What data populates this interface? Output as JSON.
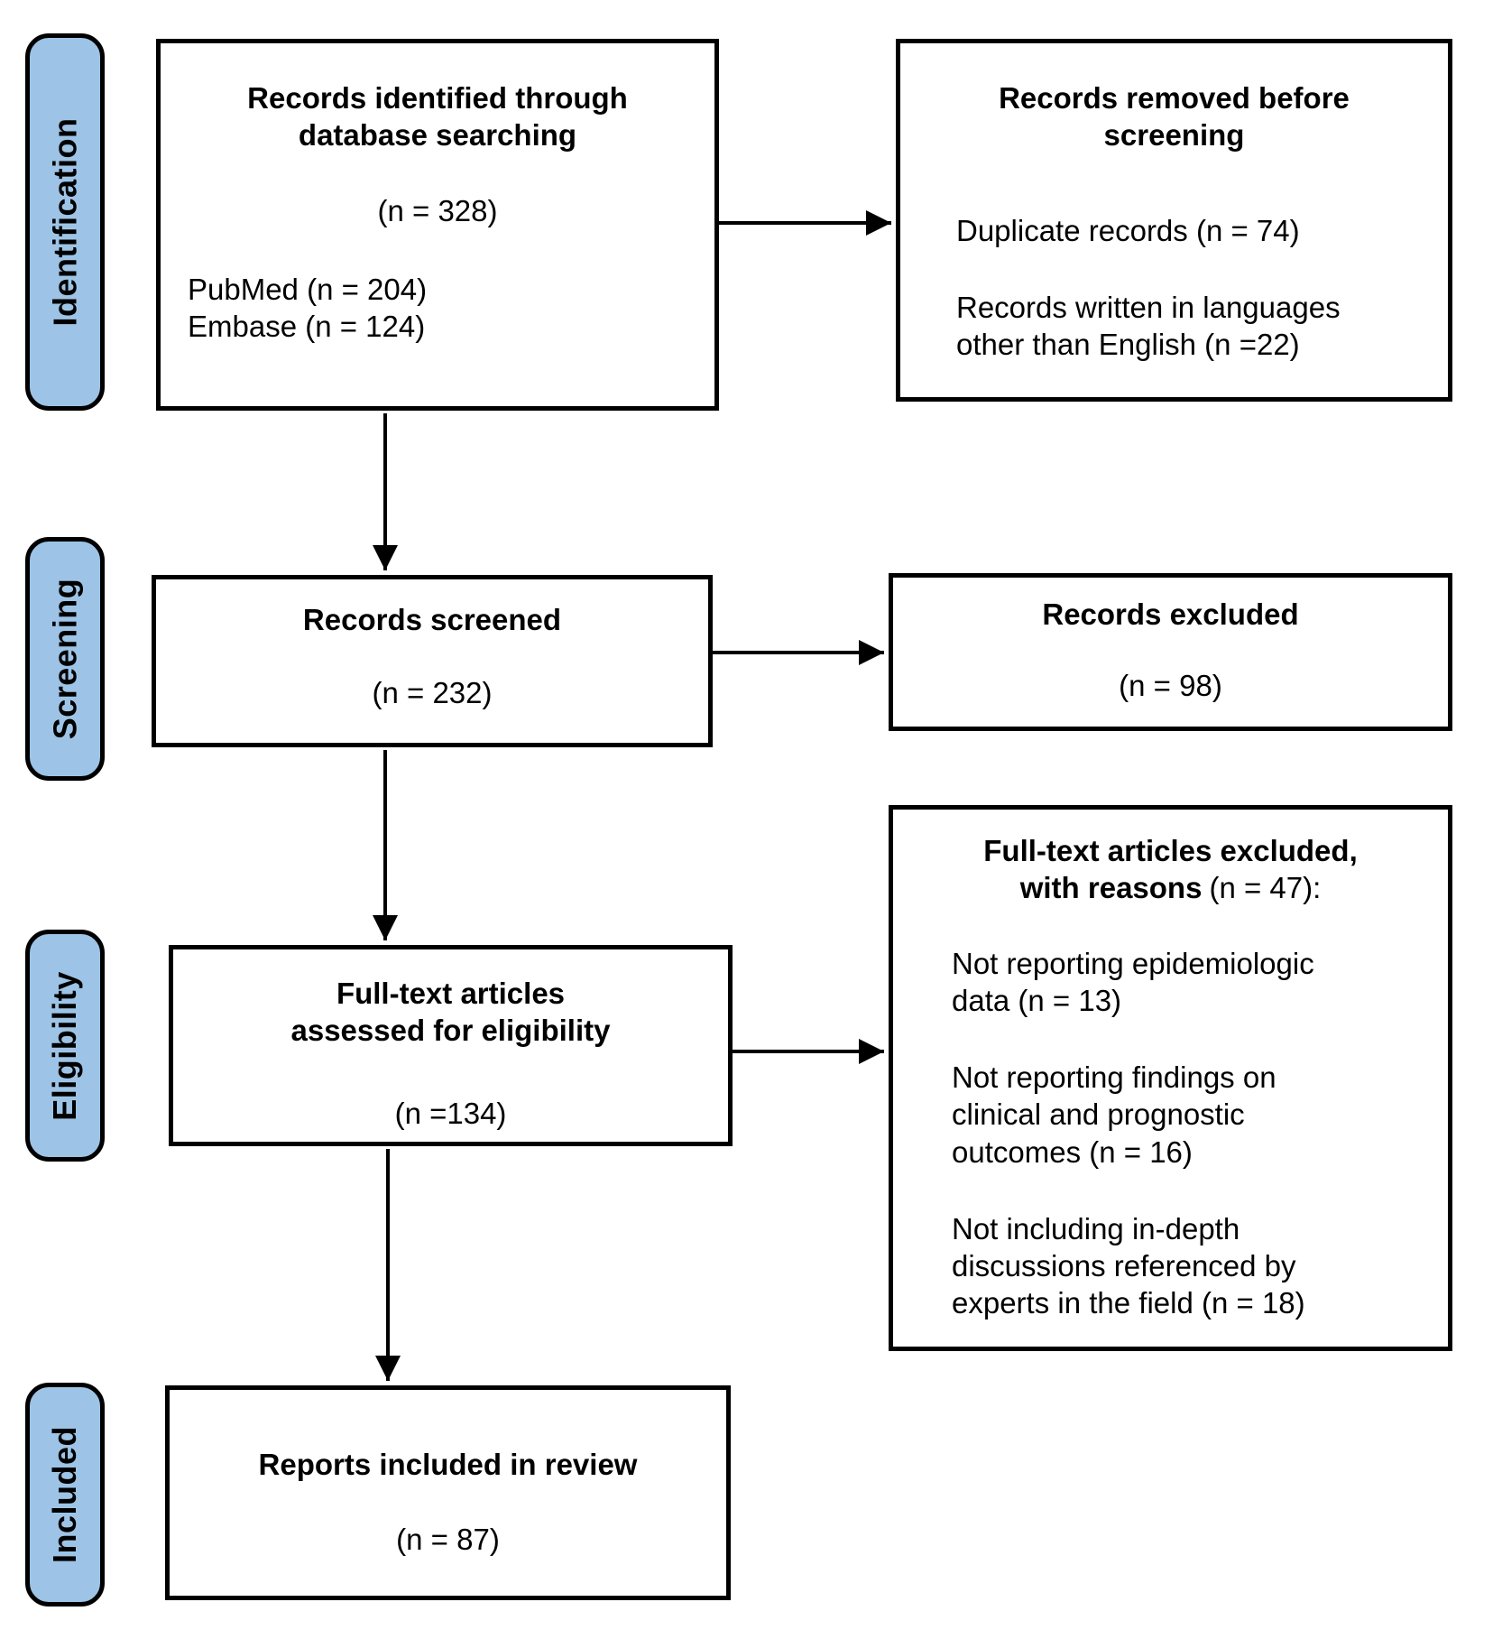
{
  "diagram": {
    "stages": [
      {
        "label": "Identification"
      },
      {
        "label": "Screening"
      },
      {
        "label": "Eligibility"
      },
      {
        "label": "Included"
      }
    ],
    "boxes": {
      "identified": {
        "title_lines": [
          "Records identified through",
          "database searching"
        ],
        "count": "(n = 328)",
        "sources": [
          "PubMed (n = 204)",
          "Embase (n = 124)"
        ]
      },
      "removed": {
        "title_lines": [
          "Records removed before",
          "screening"
        ],
        "items": [
          "Duplicate records (n = 74)",
          "Records written in languages other than English (n =22)"
        ]
      },
      "screened": {
        "title": "Records screened",
        "count": "(n = 232)"
      },
      "excluded": {
        "title": "Records excluded",
        "count": "(n = 98)"
      },
      "fulltext": {
        "title_lines": [
          "Full-text articles",
          "assessed for eligibility"
        ],
        "count": "(n =134)"
      },
      "fulltext_excluded": {
        "title_line1": "Full-text articles excluded,",
        "title_line2_bold": "with reasons",
        "title_line2_normal": "(n = 47):",
        "reasons": [
          "Not reporting epidemiologic data (n = 13)",
          "Not reporting findings on clinical and prognostic outcomes (n = 16)",
          "Not including in-depth discussions referenced by experts in the field (n = 18)"
        ]
      },
      "included": {
        "title": "Reports included in review",
        "count": "(n = 87)"
      }
    },
    "colors": {
      "stage_fill": "#9DC4E6",
      "border": "#000000",
      "background": "#FFFFFF"
    }
  }
}
